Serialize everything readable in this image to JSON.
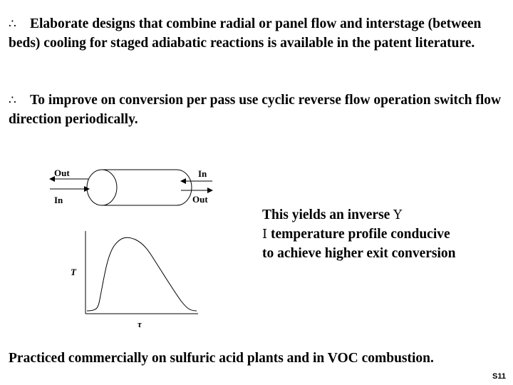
{
  "paragraphs": [
    {
      "bullet": "∴",
      "text": "Elaborate designs that combine radial or  panel flow and interstage (between beds) cooling for staged adiabatic reactions is available in the patent literature."
    },
    {
      "bullet": "∴",
      "text": "To improve on conversion per pass  use cyclic reverse flow operation switch flow direction periodically."
    }
  ],
  "reactor_diagram": {
    "left_top_label": "Out",
    "left_bottom_label": "In",
    "right_top_label": "In",
    "right_bottom_label": "Out"
  },
  "profile_plot": {
    "y_axis_label": "T",
    "x_axis_label": "τ"
  },
  "callout": {
    "line1": "This yields an inverse ",
    "symbol1": "Y",
    "symbol2": "I",
    "line2": " temperature profile conducive",
    "line3": "to achieve higher exit conversion"
  },
  "footer": "Practiced commercially on sulfuric acid plants and in VOC combustion.",
  "slide_number": "S11"
}
